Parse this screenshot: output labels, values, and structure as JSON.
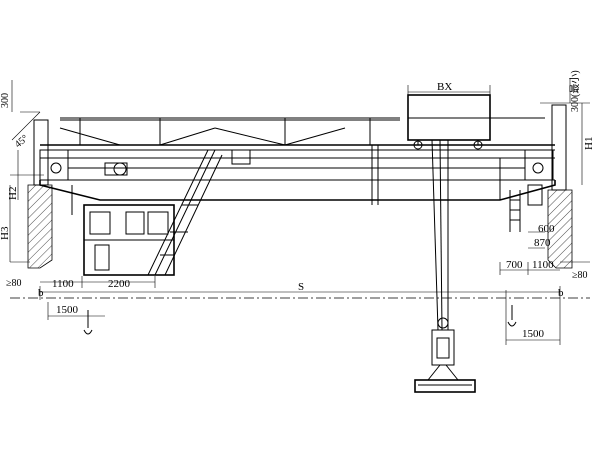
{
  "labels": {
    "bx": "BX",
    "h1": "H1",
    "h2": "H2",
    "h3": "H3",
    "angle": "45°",
    "top_left_300": "300",
    "top_right_300": "300(最小)",
    "s": "S",
    "b_left": "b",
    "b_right": "b",
    "ge80_left": "≥80",
    "ge80_right": "≥80",
    "d1100_left": "1100",
    "d2200": "2200",
    "d1500_left": "1500",
    "d1500_right": "1500",
    "d600": "600",
    "d870": "870",
    "d700": "700",
    "d1100_right": "1100"
  }
}
